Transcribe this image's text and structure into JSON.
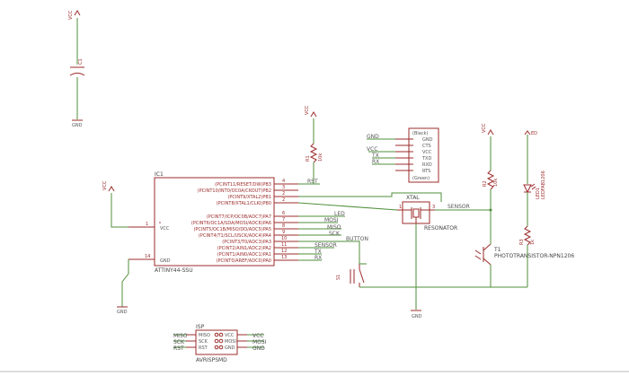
{
  "power": {
    "vcc": "VCC",
    "gnd": "GND",
    "ed": "ED"
  },
  "parts": {
    "c1": "C1",
    "r1": {
      "name": "R1",
      "value": "10k"
    },
    "r2": {
      "name": "R2",
      "value": "10k"
    },
    "r3": {
      "name": "R3",
      "value": "1k"
    },
    "ic1": {
      "name": "IC1",
      "part": "ATTINY44-SSU",
      "vcc_label": "VCC",
      "gnd_label": "GND"
    },
    "xtal": {
      "name": "XTAL",
      "value": "RESONATOR"
    },
    "s1": "S1",
    "t1": {
      "name": "T1",
      "value": "PHOTOTRANSISTOR-NPN1206"
    },
    "led": {
      "name": "LED1",
      "value": "LEDFAB1206"
    },
    "isp": {
      "name": "ISP",
      "part": "AVRISPSMD"
    },
    "ftdi": {
      "top": "(Black)",
      "bottom": "(Green)"
    }
  },
  "ic_pins_left": [
    "(PCINT11/RESET/DW)PB3",
    "(PCINT10/INT0/OC0A/CKOUT)PB2",
    "(PCINT9/XTAL2)PB1",
    "(PCINT8/XTAL1/CLKI)PB0",
    "(PCINT7/ICP/OC0B/ADC7)PA7",
    "(PCINT6/OC1A/SDA/MOSI/ADC6)PA6",
    "(PCINT5/OC1B/MISO/DO/ADC5)PA5",
    "(PCINT4/T1/SCL/USCK/ADC4)PA4",
    "(PCINT3/T0/ADC3)PA3",
    "(PCINT2/AIN1/ADC2)PA2",
    "(PCINT1/AIN0/ADC1)PA1",
    "(PCINT0/AREF/ADC0)PA0"
  ],
  "ic_pin_numbers": [
    "4",
    "3",
    "2",
    "2",
    "6",
    "7",
    "8",
    "9",
    "10",
    "11",
    "12",
    "13"
  ],
  "ic_other_pins": {
    "vcc_num": "1",
    "gnd_num": "14"
  },
  "nets": {
    "rst": "RST",
    "led": "LED",
    "mosi": "MOSI",
    "miso": "MISO",
    "sck": "SCK",
    "sensor_ic": "SENSOR",
    "sensor_xtal": "SENSOR",
    "tx": "TX",
    "rx": "RX",
    "button": "BUTTON",
    "gnd_ftdi": "GND",
    "vcc_ftdi": "VCC"
  },
  "ftdi_pins": [
    "GND",
    "CTS",
    "VCC",
    "TXD",
    "RXD",
    "RTS"
  ],
  "isp_left": [
    "MISO",
    "SCK",
    "RST"
  ],
  "isp_right": [
    "VCC",
    "MOSI",
    "GND"
  ],
  "isp_pins_left": [
    "MISO",
    "SCK",
    "RST"
  ],
  "isp_pins_right": [
    "VCC",
    "MOSI",
    "GND"
  ],
  "xtal_pins": [
    "1",
    "3"
  ]
}
